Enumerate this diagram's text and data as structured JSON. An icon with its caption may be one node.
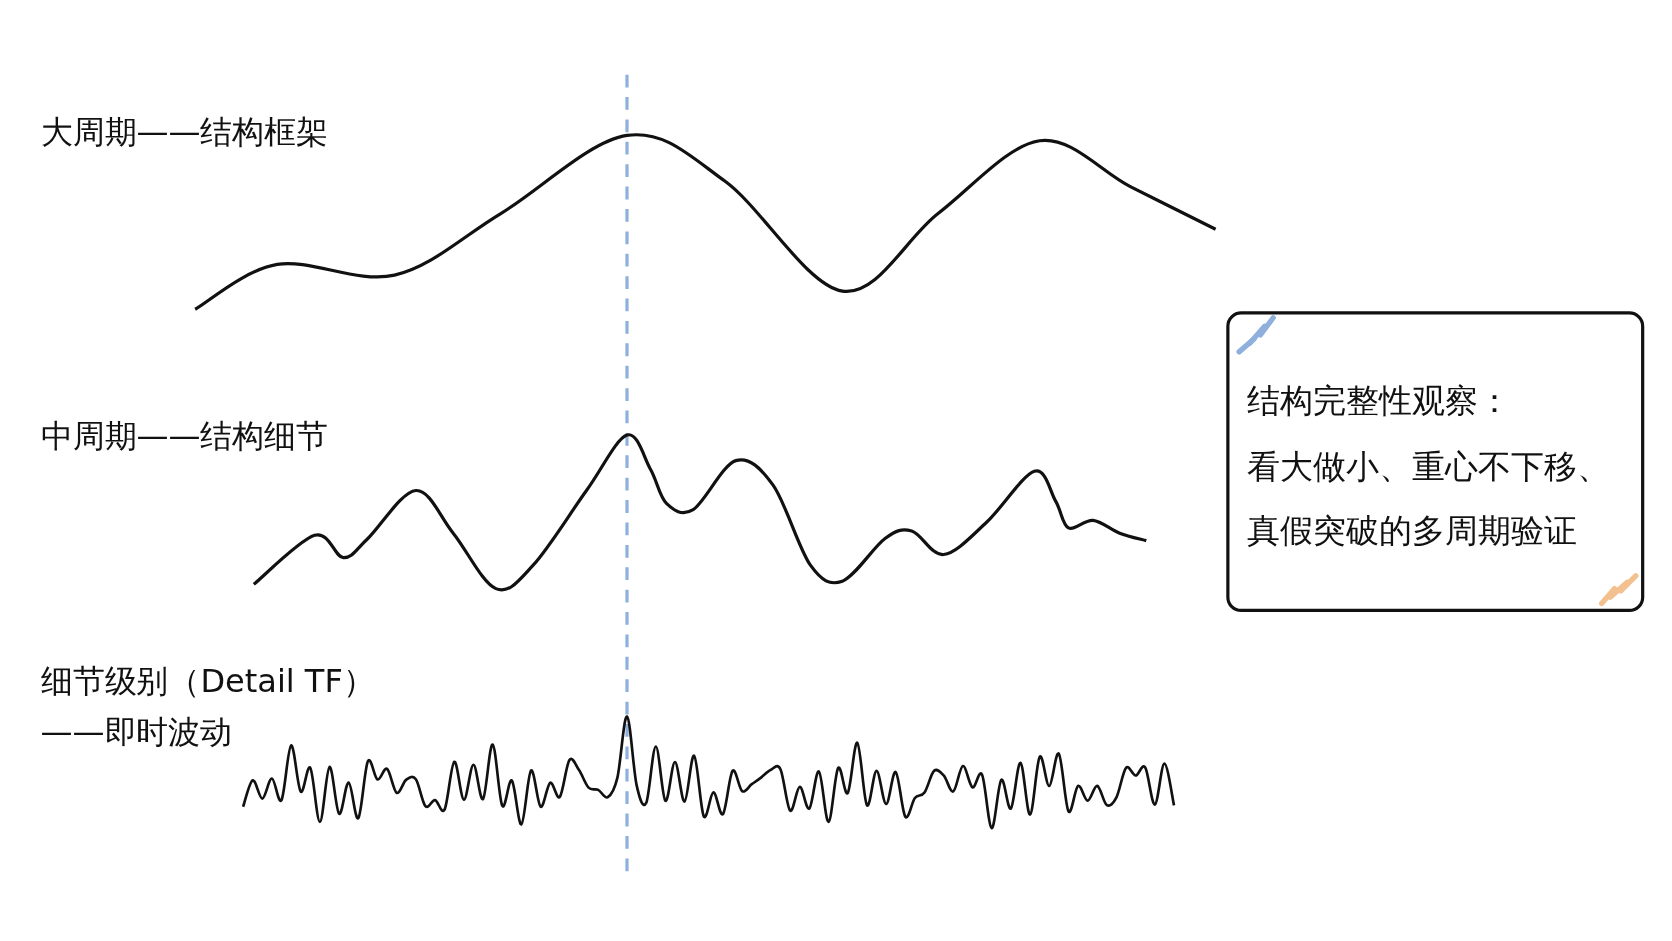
{
  "diagram": {
    "nodes": [
      {
        "text": [
          "结构完整性观察：",
          "看大做小、重心不下移、真假突破的多周期验证"
        ]
      }
    ],
    "edges": [],
    "labels": [
      "大周期——结构框架",
      "中周期——结构细节",
      "细节级别（Detail TF）——即时波动"
    ]
  }
}
